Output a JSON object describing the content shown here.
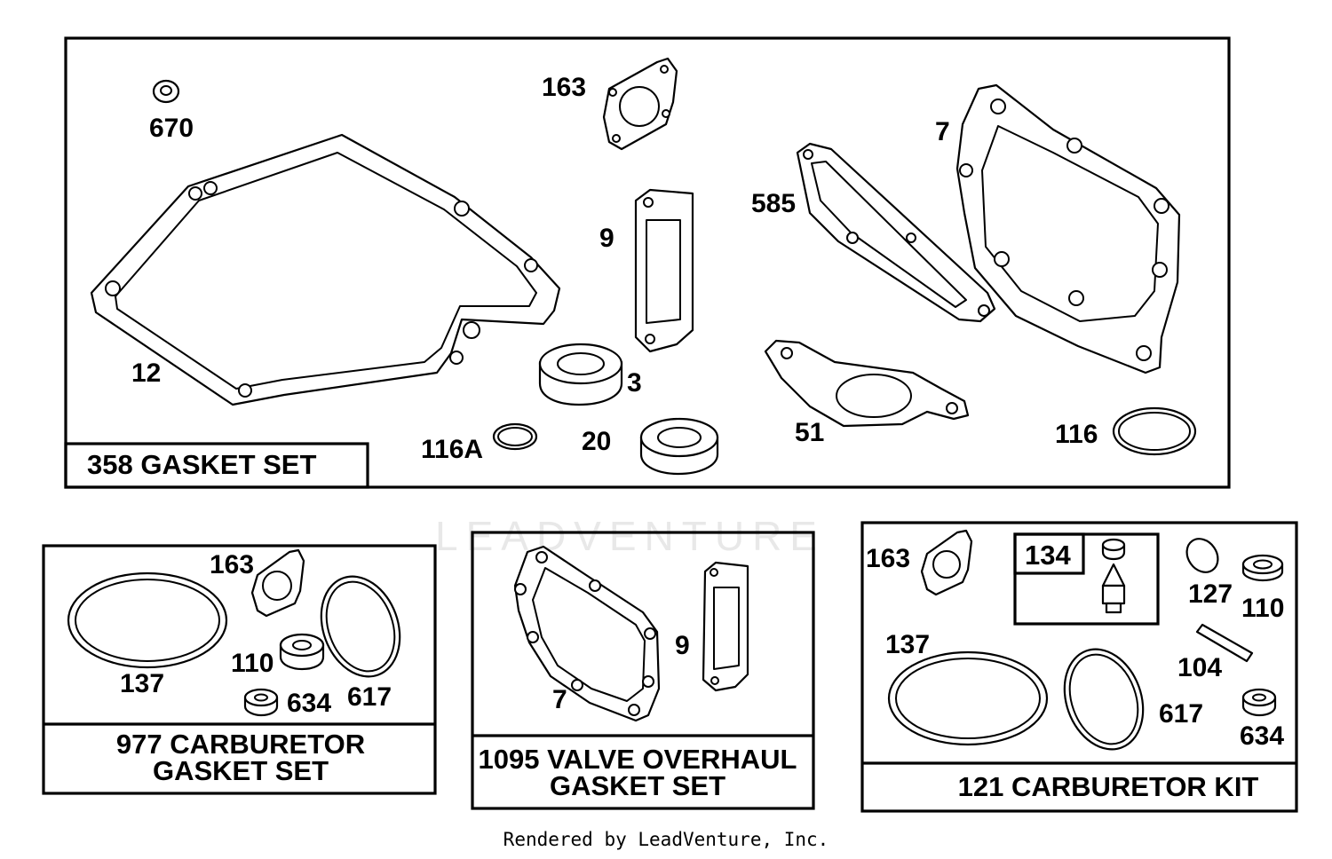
{
  "watermark": "LEADVENTURE",
  "footer": "Rendered by LeadVenture, Inc.",
  "kits": {
    "gasket_set": "358 GASKET SET",
    "carb_gasket_line1": "977 CARBURETOR",
    "carb_gasket_line2": "GASKET SET",
    "valve_line1": "1095 VALVE OVERHAUL",
    "valve_line2": "GASKET SET",
    "carb_kit": "121 CARBURETOR KIT",
    "sub_kit": "134"
  },
  "parts": {
    "p670": "670",
    "p163": "163",
    "p7": "7",
    "p585": "585",
    "p9": "9",
    "p12": "12",
    "p3": "3",
    "p20": "20",
    "p116a": "116A",
    "p51": "51",
    "p116": "116",
    "b163": "163",
    "b110": "110",
    "b137": "137",
    "b634": "634",
    "b617": "617",
    "c7": "7",
    "c9": "9",
    "d163": "163",
    "d127": "127",
    "d110": "110",
    "d137": "137",
    "d104": "104",
    "d617": "617",
    "d634": "634"
  }
}
